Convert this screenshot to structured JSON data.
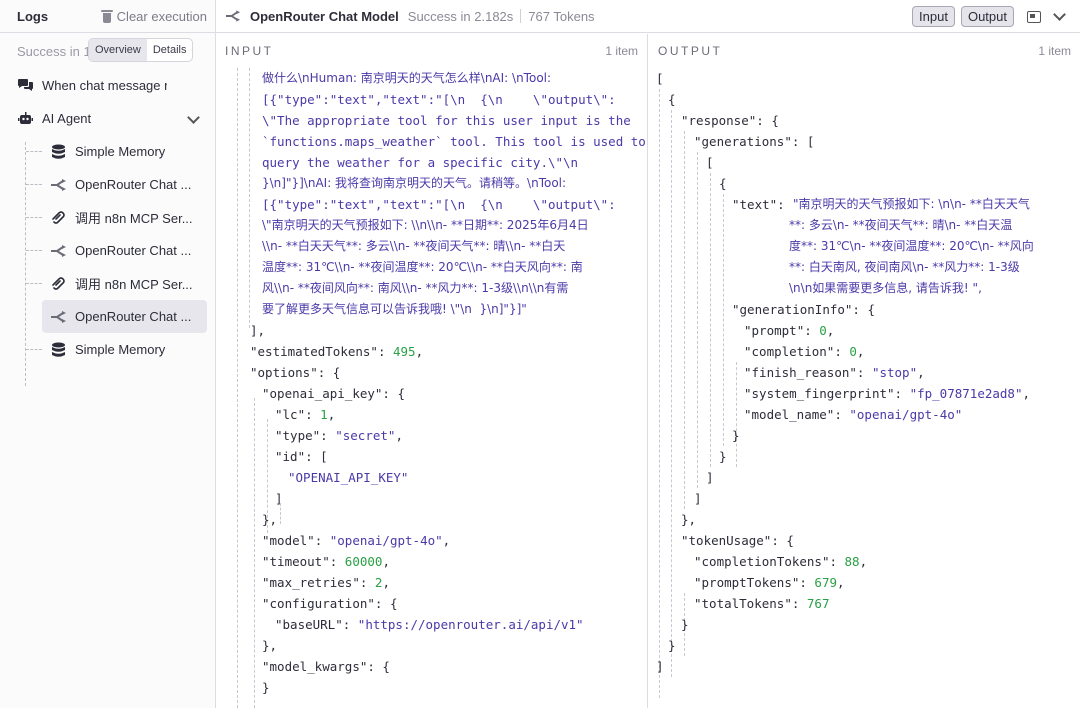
{
  "left_panel": {
    "title": "Logs",
    "clear_label": "Clear execution",
    "status": "Success in 1",
    "seg_overview": "Overview",
    "seg_details": "Details",
    "items": [
      {
        "label": "When chat message rec...",
        "icon": "chat-bubbles-icon"
      },
      {
        "label": "AI Agent",
        "icon": "robot-icon"
      },
      {
        "label": "Simple Memory",
        "icon": "database-icon"
      },
      {
        "label": "OpenRouter Chat ...",
        "icon": "openrouter-icon"
      },
      {
        "label": "调用 n8n MCP Ser...",
        "icon": "mcp-icon"
      },
      {
        "label": "OpenRouter Chat ...",
        "icon": "openrouter-icon"
      },
      {
        "label": "调用 n8n MCP Ser...",
        "icon": "mcp-icon"
      },
      {
        "label": "OpenRouter Chat ...",
        "icon": "openrouter-icon"
      },
      {
        "label": "Simple Memory",
        "icon": "database-icon"
      }
    ]
  },
  "header": {
    "node_title": "OpenRouter Chat Model",
    "status": "Success in 2.182s",
    "tokens": "767 Tokens",
    "input_btn": "Input",
    "output_btn": "Output"
  },
  "input_panel": {
    "title": "INPUT",
    "count": "1 item",
    "lines": [
      "做什么\\nHuman: 南京明天的天气怎么样\\nAI: \\nTool:",
      "[{\"type\":\"text\",\"text\":\"[\\n  {\\n    \\\"output\\\":",
      "\\\"The appropriate tool for this user input is the",
      "`functions.maps_weather` tool. This tool is used to",
      "query the weather for a specific city.\\\"\\n",
      "}\\n]\"}]\\nAI: 我将查询南京明天的天气。请稍等。\\nTool:",
      "[{\"type\":\"text\",\"text\":\"[\\n  {\\n    \\\"output\\\":",
      "\\\"南京明天的天气预报如下: \\\\n\\\\n- **日期**: 2025年6月4日",
      "\\\\n- **白天天气**: 多云\\\\n- **夜间天气**: 晴\\\\n- **白天",
      "温度**: 31℃\\\\n- **夜间温度**: 20℃\\\\n- **白天风向**: 南",
      "风\\\\n- **夜间风向**: 南风\\\\n- **风力**: 1-3级\\\\n\\\\n有需",
      "要了解更多天气信息可以告诉我哦! \\\"\\n  }\\n]\"}]\""
    ],
    "estimated_tokens_key": "estimatedTokens",
    "estimated_tokens": "495",
    "options_key": "options",
    "openai_api_key_key": "openai_api_key",
    "lc_key": "lc",
    "lc": "1",
    "type_key": "type",
    "type": "secret",
    "id_key": "id",
    "id_value": "OPENAI_API_KEY",
    "model_key": "model",
    "model": "openai/gpt-4o",
    "timeout_key": "timeout",
    "timeout": "60000",
    "max_retries_key": "max_retries",
    "max_retries": "2",
    "configuration_key": "configuration",
    "baseurl_key": "baseURL",
    "baseurl": "https://openrouter.ai/api/v1",
    "model_kwargs_key": "model_kwargs"
  },
  "output_panel": {
    "title": "OUTPUT",
    "count": "1 item",
    "response_key": "response",
    "generations_key": "generations",
    "text_key": "text",
    "text_lines": [
      "\"南京明天的天气预报如下: \\n\\n- **白天天气",
      "**: 多云\\n- **夜间天气**: 晴\\n- **白天温",
      "度**: 31℃\\n- **夜间温度**: 20℃\\n- **风向",
      "**: 白天南风, 夜间南风\\n- **风力**: 1-3级",
      "\\n\\n如果需要更多信息, 请告诉我! \","
    ],
    "generation_info_key": "generationInfo",
    "prompt_key": "prompt",
    "prompt": "0",
    "completion_key": "completion",
    "completion": "0",
    "finish_reason_key": "finish_reason",
    "finish_reason": "stop",
    "fingerprint_key": "system_fingerprint",
    "fingerprint": "fp_07871e2ad8",
    "model_name_key": "model_name",
    "model_name": "openai/gpt-4o",
    "token_usage_key": "tokenUsage",
    "completion_tokens_key": "completionTokens",
    "completion_tokens": "88",
    "prompt_tokens_key": "promptTokens",
    "prompt_tokens": "679",
    "total_tokens_key": "totalTokens",
    "total_tokens": "767"
  }
}
